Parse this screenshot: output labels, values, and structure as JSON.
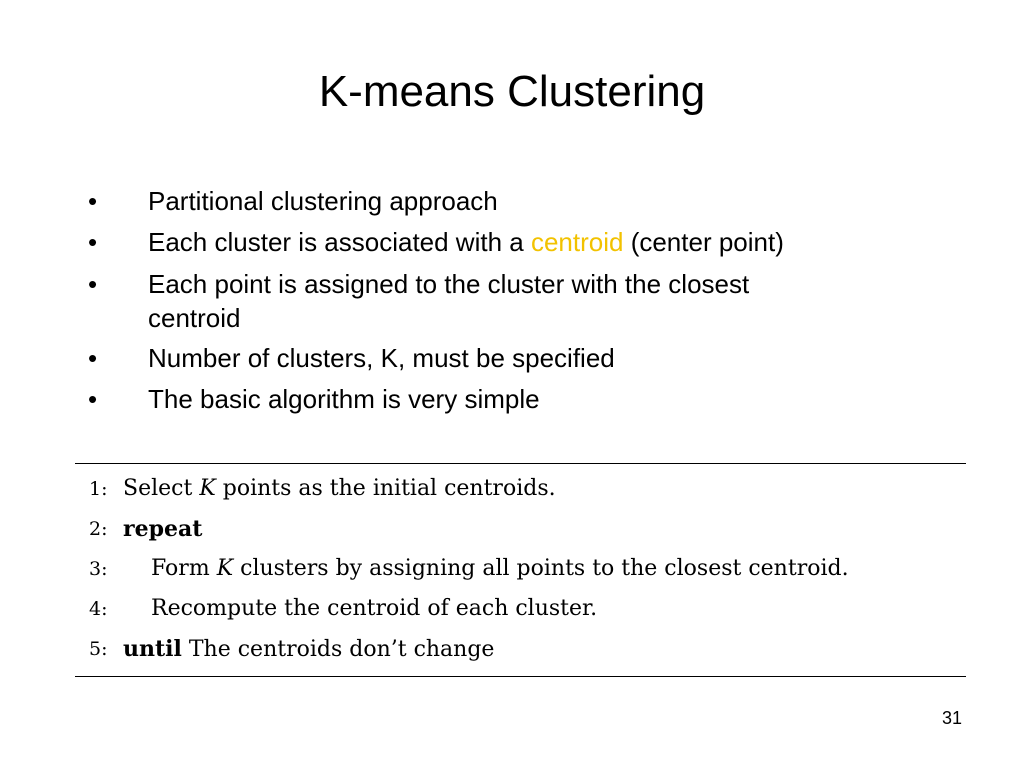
{
  "slide": {
    "title": "K-means Clustering",
    "page_number": "31"
  },
  "bullets": [
    {
      "marker": "•",
      "text": "Partitional clustering approach"
    },
    {
      "marker": "•",
      "before": "Each cluster is associated with a ",
      "highlight": "centroid",
      "after": " (center point)",
      "highlight_color": "#f2c200"
    },
    {
      "marker": "•",
      "line1": "Each point is assigned to the cluster with the closest",
      "line2": "centroid"
    },
    {
      "marker": "•",
      "text": "Number of clusters, K, must be specified"
    },
    {
      "marker": "•",
      "text": "The basic algorithm is very simple"
    }
  ],
  "algorithm": [
    {
      "num": "1:",
      "pre": "Select ",
      "math": "K",
      "post": " points as the initial centroids."
    },
    {
      "num": "2:",
      "keyword": "repeat"
    },
    {
      "num": "3:",
      "pre": "Form ",
      "math": "K",
      "post": " clusters by assigning all points to the closest centroid."
    },
    {
      "num": "4:",
      "text": "Recompute the centroid of each cluster."
    },
    {
      "num": "5:",
      "keyword": "until",
      "text": " The centroids don’t change"
    }
  ]
}
